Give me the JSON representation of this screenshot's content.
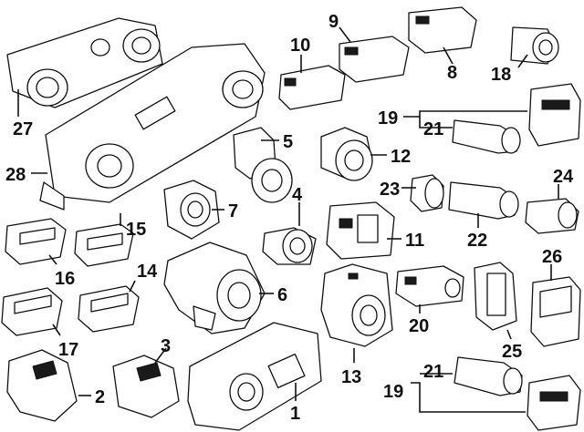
{
  "callouts": {
    "c1": "1",
    "c2": "2",
    "c3": "3",
    "c4": "4",
    "c5": "5",
    "c6": "6",
    "c7": "7",
    "c8": "8",
    "c9": "9",
    "c10": "10",
    "c11": "11",
    "c12": "12",
    "c13": "13",
    "c14": "14",
    "c15": "15",
    "c16": "16",
    "c17": "17",
    "c18": "18",
    "c19a": "19",
    "c19b": "19",
    "c20": "20",
    "c21a": "21",
    "c21b": "21",
    "c22": "22",
    "c23": "23",
    "c24": "24",
    "c25": "25",
    "c26": "26",
    "c27": "27",
    "c28": "28"
  }
}
